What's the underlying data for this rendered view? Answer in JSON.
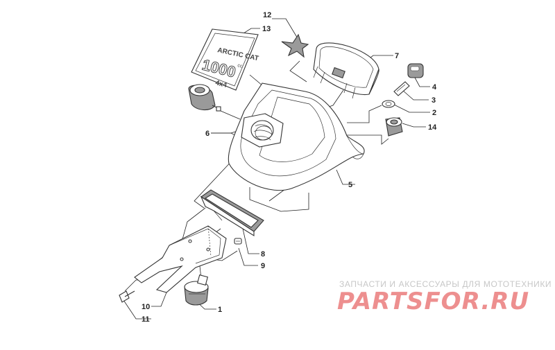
{
  "diagram": {
    "callouts": [
      {
        "id": "c12",
        "number": "12"
      },
      {
        "id": "c13",
        "number": "13"
      },
      {
        "id": "c7",
        "number": "7"
      },
      {
        "id": "c4",
        "number": "4"
      },
      {
        "id": "c3",
        "number": "3"
      },
      {
        "id": "c2",
        "number": "2"
      },
      {
        "id": "c14",
        "number": "14"
      },
      {
        "id": "c6",
        "number": "6"
      },
      {
        "id": "c5",
        "number": "5"
      },
      {
        "id": "c8",
        "number": "8"
      },
      {
        "id": "c9",
        "number": "9"
      },
      {
        "id": "c10",
        "number": "10"
      },
      {
        "id": "c11",
        "number": "11"
      },
      {
        "id": "c1",
        "number": "1"
      }
    ],
    "decal_text": {
      "brand": "ARCTIC CAT",
      "model": "1000",
      "superscript": "cc",
      "drive": "4x4"
    }
  },
  "watermark": {
    "caption": "ЗАПЧАСТИ И АКСЕССУАРЫ ДЛЯ МОТОТЕХНИКИ",
    "logo": "PARTSFOR.RU",
    "logo_color": "#e86a6a"
  }
}
